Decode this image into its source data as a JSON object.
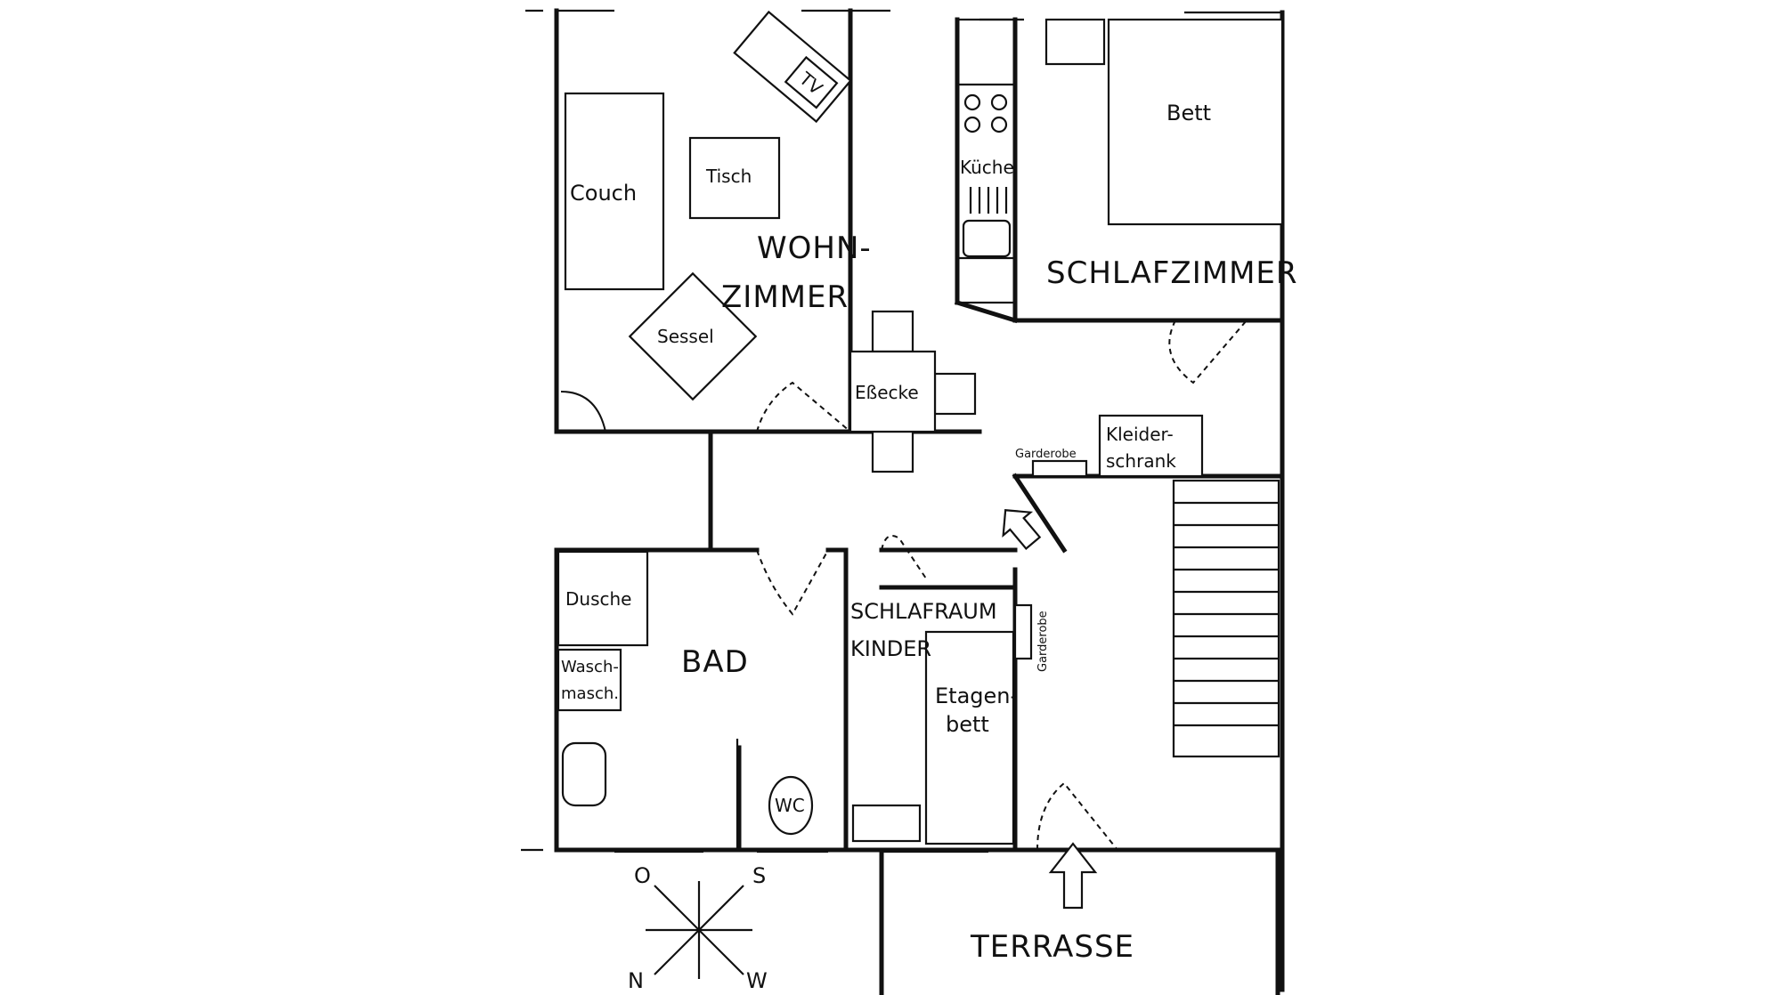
{
  "rooms": {
    "living": "WOHN-",
    "living2": "ZIMMER",
    "bedroom": "SCHLAFZIMMER",
    "bath": "BAD",
    "kids": "SCHLAFRAUM",
    "kids2": "KINDER",
    "terrace": "TERRASSE"
  },
  "furniture": {
    "tv": "TV",
    "couch": "Couch",
    "table": "Tisch",
    "armchair": "Sessel",
    "dining": "Eßecke",
    "kitchen": "Küche",
    "bed": "Bett",
    "wardrobe": "Kleider-",
    "wardrobe2": "schrank",
    "coat_rack": "Garderobe",
    "shower": "Dusche",
    "washer": "Wasch-",
    "washer2": "masch.",
    "wc": "WC",
    "bunk": "Etagen-",
    "bunk2": "bett"
  },
  "compass": {
    "o": "O",
    "s": "S",
    "n": "N",
    "w": "W"
  }
}
